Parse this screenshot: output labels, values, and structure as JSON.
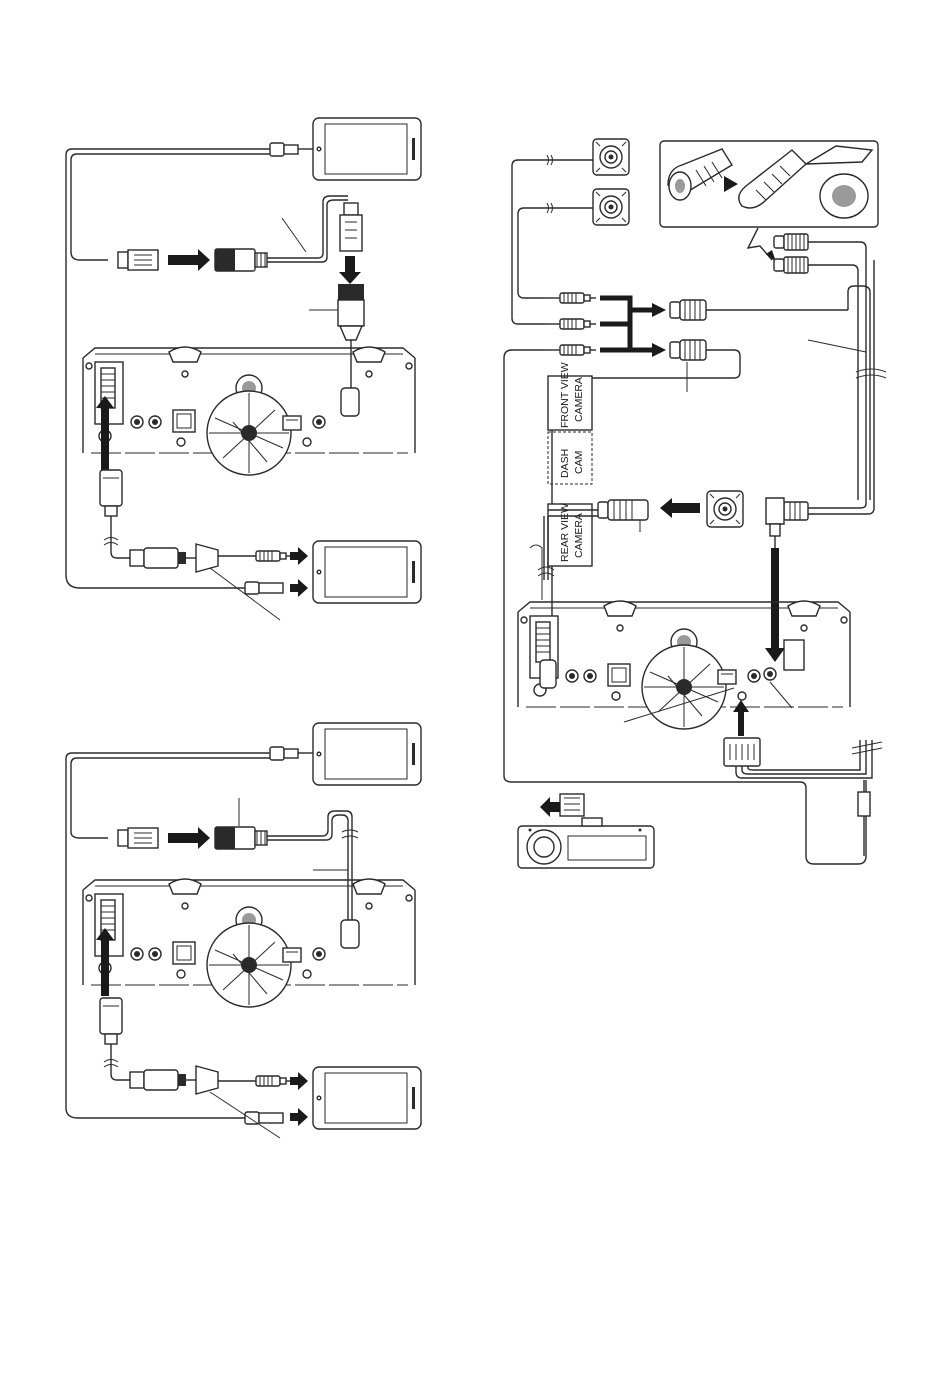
{
  "labels": {
    "front_view_camera_line1": "FRONT VIEW",
    "front_view_camera_line2": "CAMERA",
    "dash_cam_line1": "DASH",
    "dash_cam_line2": "CAM",
    "rear_view_camera_line1": "REAR VIEW",
    "rear_view_camera_line2": "CAMERA"
  },
  "colors": {
    "line": "#2a2a2a",
    "arrow": "#1a1a1a",
    "background": "#ffffff"
  }
}
